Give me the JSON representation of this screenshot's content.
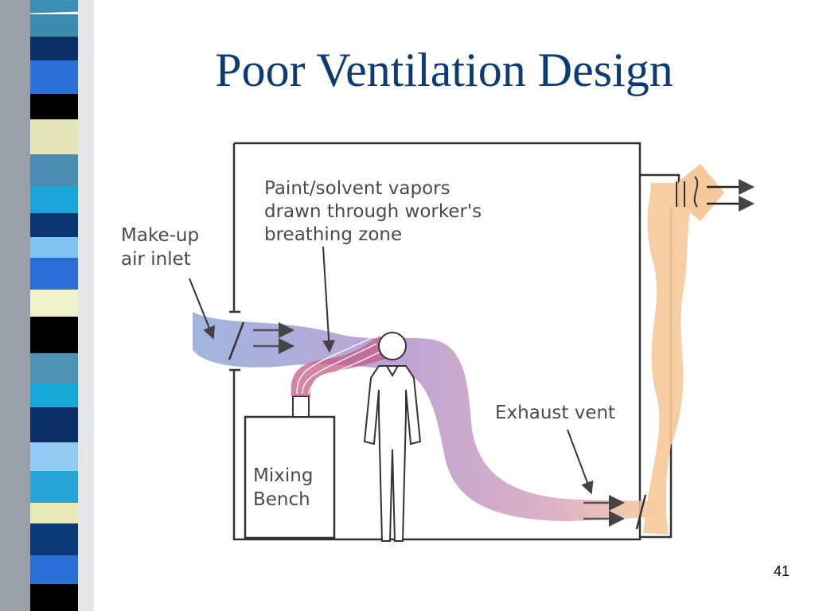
{
  "slide": {
    "title": "Poor Ventilation Design",
    "page_number": "41"
  },
  "diagram": {
    "labels": {
      "vapors": [
        "Paint/solvent vapors",
        "drawn through worker's",
        "breathing zone"
      ],
      "inlet": [
        "Make-up",
        "air inlet"
      ],
      "exhaust": "Exhaust vent",
      "bench": [
        "Mixing",
        "Bench"
      ]
    }
  },
  "colors": {
    "title": "#0d3b73",
    "airflow_start": "#8fa9d8",
    "airflow_mid": "#b393cc",
    "airflow_end": "#f6c99a",
    "vapor": "#c65b86",
    "strip": [
      "#3a8fb7",
      "#0c2f66",
      "#1e5fcf",
      "#e4e6b8",
      "#000000",
      "#6bb7e6",
      "#33b5dc",
      "#f2f2d0"
    ]
  }
}
